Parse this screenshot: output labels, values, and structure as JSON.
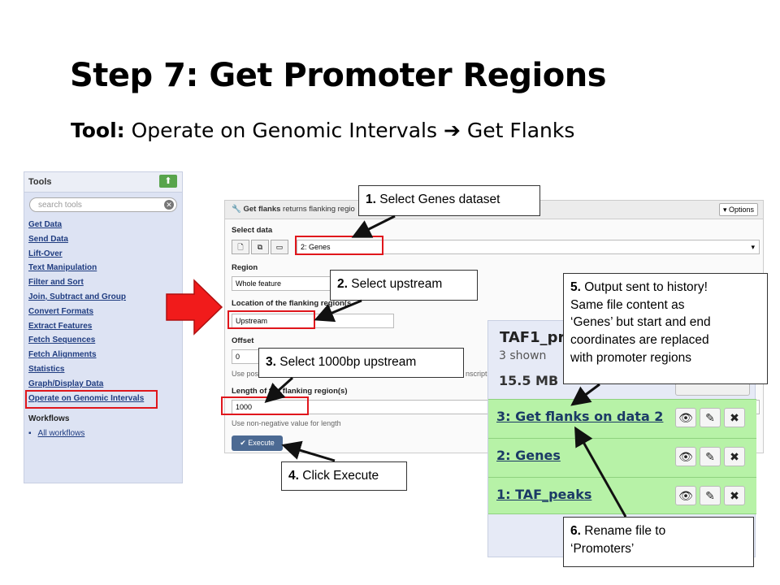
{
  "slide": {
    "title": "Step 7: Get Promoter Regions",
    "tool_prefix": "Tool:",
    "tool_path": "Operate on Genomic Intervals",
    "tool_arrow": "➔",
    "tool_target": "Get Flanks"
  },
  "tools_panel": {
    "title": "Tools",
    "upload_icon": "upload-icon",
    "search_placeholder": "search tools",
    "items": [
      {
        "label": "Get Data"
      },
      {
        "label": "Send Data"
      },
      {
        "label": "Lift-Over"
      },
      {
        "label": "Text Manipulation"
      },
      {
        "label": "Filter and Sort"
      },
      {
        "label": "Join, Subtract and Group"
      },
      {
        "label": "Convert Formats"
      },
      {
        "label": "Extract Features"
      },
      {
        "label": "Fetch Sequences"
      },
      {
        "label": "Fetch Alignments"
      },
      {
        "label": "Statistics"
      },
      {
        "label": "Graph/Display Data"
      },
      {
        "label": "Operate on Genomic Intervals"
      }
    ],
    "workflows_title": "Workflows",
    "workflows_item": "All workflows"
  },
  "form": {
    "title_bold": "Get flanks",
    "title_rest": "returns flanking regio",
    "options_label": "▾ Options",
    "select_data_label": "Select data",
    "select_data_value": "2: Genes",
    "region_label": "Region",
    "region_value": "Whole feature",
    "location_label": "Location of the flanking region(s",
    "location_value": "Upstream",
    "offset_label": "Offset",
    "offset_value": "0",
    "offset_help": "Use posi",
    "offset_help_right": "nscript",
    "length_label": "Length of the flanking region(s)",
    "length_value": "1000",
    "length_help": "Use non-negative value for length",
    "execute_label": "✔ Execute"
  },
  "history": {
    "name": "TAF1_pro",
    "shown": "3 shown",
    "size": "15.5 MB",
    "datasets": [
      {
        "name": "3: Get flanks on data 2"
      },
      {
        "name": "2: Genes"
      },
      {
        "name": "1: TAF_peaks"
      }
    ]
  },
  "callouts": {
    "c1_num": "1.",
    "c1_text": "Select Genes dataset",
    "c2_num": "2.",
    "c2_text": "Select upstream",
    "c3_num": "3.",
    "c3_text": "Select 1000bp upstream",
    "c4_num": "4.",
    "c4_text": "Click Execute",
    "c5_num": "5.",
    "c5_text_1": "Output sent to history!",
    "c5_text_2": "Same file content as",
    "c5_text_3": "‘Genes’ but start and end",
    "c5_text_4": "coordinates are replaced",
    "c5_text_5": "with promoter regions",
    "c6_num": "6.",
    "c6_text_1": "Rename file to",
    "c6_text_2": "‘Promoters’"
  },
  "colors": {
    "highlight": "#e0161c",
    "history_green": "#b7f2a7",
    "tools_bg": "#dde3f3"
  }
}
